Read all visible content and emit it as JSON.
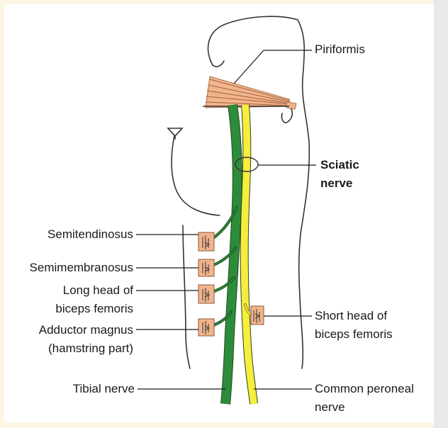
{
  "labels": {
    "piriformis": "Piriformis",
    "sciatic_nerve": [
      "Sciatic",
      "nerve"
    ],
    "semitendinosus": "Semitendinosus",
    "semimembranosus": "Semimembranosus",
    "long_head": [
      "Long head of",
      "biceps femoris"
    ],
    "adductor_magnus": [
      "Adductor magnus",
      "(hamstring part)"
    ],
    "tibial_nerve": "Tibial nerve",
    "short_head": [
      "Short head of",
      "biceps femoris"
    ],
    "common_peroneal": [
      "Common peroneal",
      "nerve"
    ]
  },
  "colors": {
    "tibial_nerve": "#2e8b3a",
    "common_peroneal_nerve": "#f5ee3c",
    "muscle": "#f2b48d",
    "outline": "#333333",
    "background": "#fdf6e4"
  }
}
